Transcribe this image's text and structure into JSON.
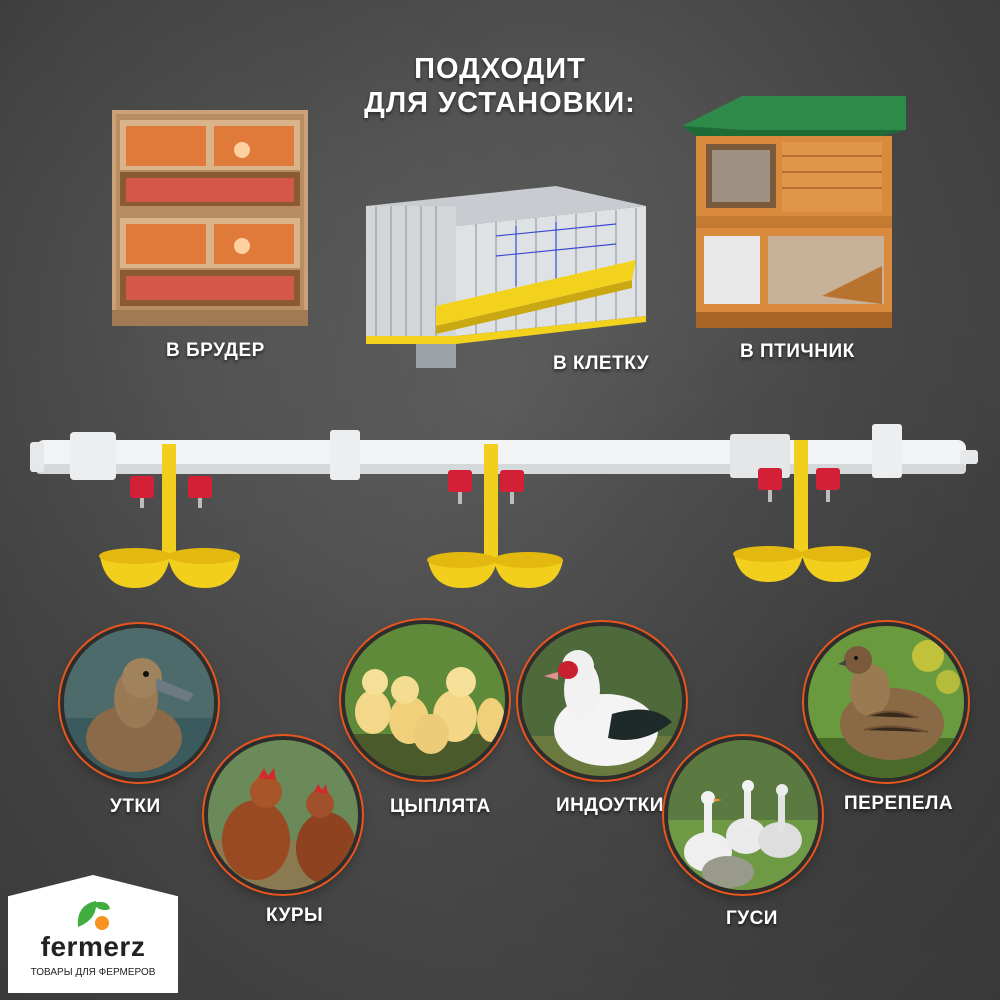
{
  "heading": {
    "line1": "ПОДХОДИТ",
    "line2": "ДЛЯ УСТАНОВКИ:"
  },
  "places": {
    "brooder": "В БРУДЕР",
    "cage": "В КЛЕТКУ",
    "coop": "В ПТИЧНИК"
  },
  "birds": {
    "ducks": "УТКИ",
    "hens": "КУРЫ",
    "chicks": "ЦЫПЛЯТА",
    "muscovy": "ИНДОУТКИ",
    "geese": "ГУСИ",
    "quail": "ПЕРЕПЕЛА"
  },
  "brand": {
    "name": "fermerz",
    "tagline": "ТОВАРЫ ДЛЯ ФЕРМЕРОВ"
  },
  "colors": {
    "accent_ring": "#e8561e",
    "cup_yellow": "#f2cf1c",
    "nipple_red": "#d42036",
    "pipe_white": "#f1f3f4",
    "logo_green": "#3fae3f",
    "logo_orange": "#f7931e"
  }
}
